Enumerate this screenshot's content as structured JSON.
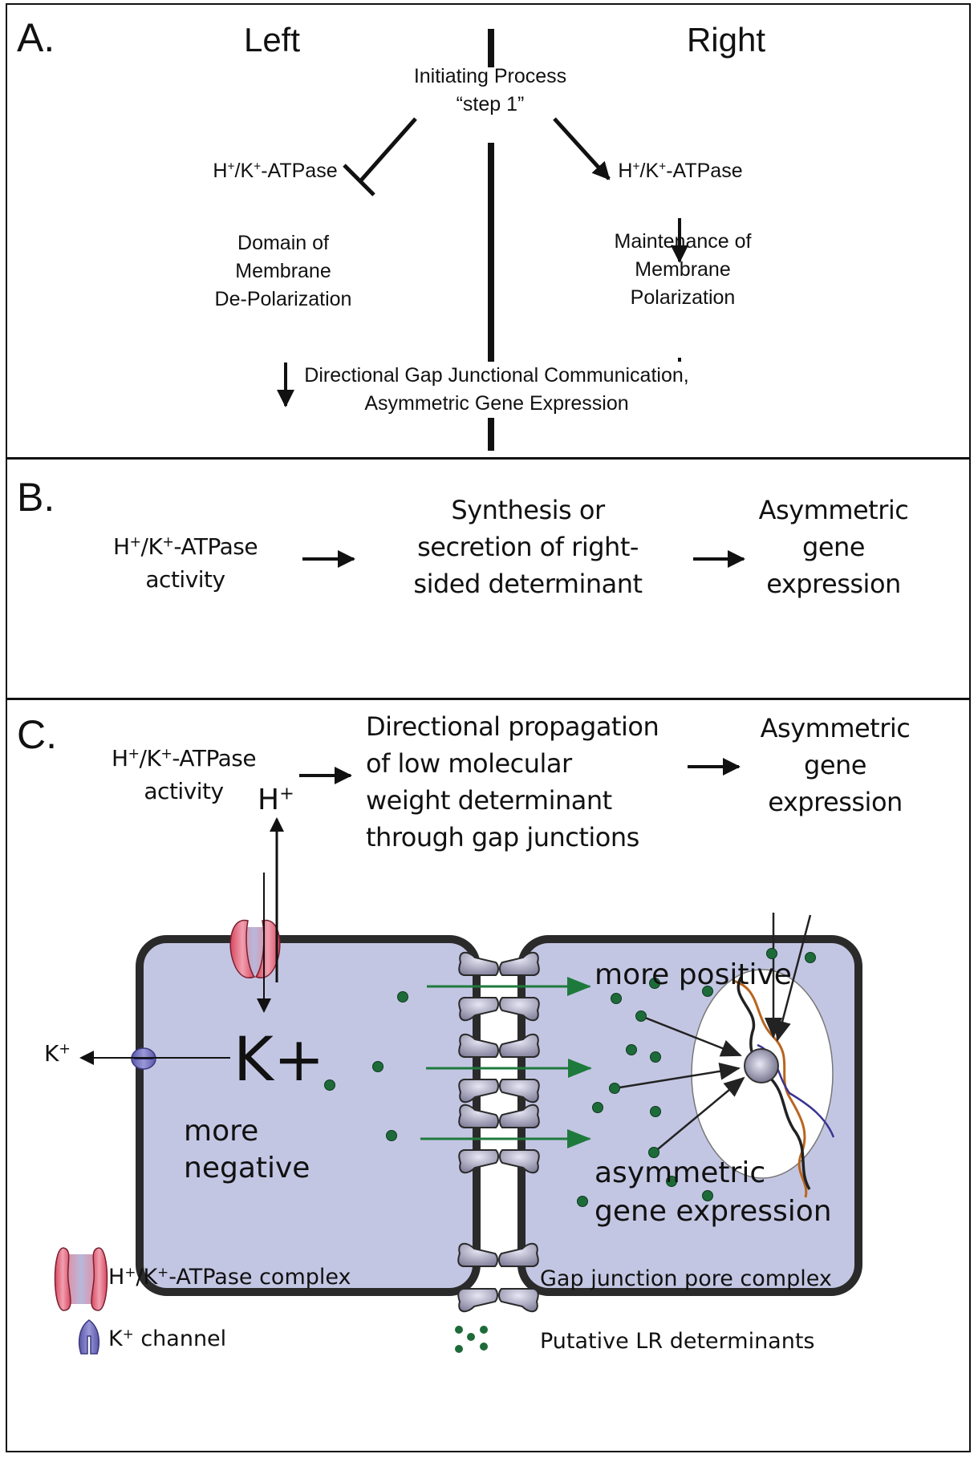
{
  "figure": {
    "panel_a": {
      "letter": "A.",
      "left_heading": "Left",
      "right_heading": "Right",
      "initiating_line1": "Initiating Process",
      "initiating_line2": "“step 1”",
      "left_enzyme": {
        "h": "H",
        "plus1": "+",
        "slash_k": "/K",
        "plus2": "+",
        "suffix": "-ATPase"
      },
      "right_enzyme": {
        "h": "H",
        "plus1": "+",
        "slash_k": "/K",
        "plus2": "+",
        "suffix": "-ATPase"
      },
      "left_effect": [
        "Domain of",
        "Membrane",
        "De-Polarization"
      ],
      "right_effect": [
        "Maintenance of",
        "Membrane",
        "Polarization"
      ],
      "outcome": [
        "Directional Gap Junctional Communication,",
        "Asymmetric Gene Expression"
      ],
      "left_relation": "inhibits",
      "right_relation": "activates"
    },
    "panel_b": {
      "letter": "B.",
      "step1": {
        "h": "H",
        "plus1": "+",
        "slash_k": "/K",
        "plus2": "+",
        "suffix": "-ATPase",
        "line2": "activity"
      },
      "step2": [
        "Synthesis or",
        "secretion of right-",
        "sided determinant"
      ],
      "step3": [
        "Asymmetric",
        "gene",
        "expression"
      ]
    },
    "panel_c": {
      "letter": "C.",
      "step1": {
        "h": "H",
        "plus1": "+",
        "slash_k": "/K",
        "plus2": "+",
        "suffix": "-ATPase",
        "line2": "activity"
      },
      "step2": [
        "Directional propagation",
        "of low molecular",
        "weight determinant",
        "through gap junctions"
      ],
      "step3": [
        "Asymmetric",
        "gene",
        "expression"
      ],
      "cell_diagram": {
        "h_ion": {
          "base": "H",
          "sup": "+"
        },
        "k_ion_out": {
          "base": "K",
          "sup": "+"
        },
        "k_ion_in": "K+",
        "left_cell_label": [
          "more",
          "negative"
        ],
        "right_cell_top_label": "more positive",
        "right_cell_bottom_label": [
          "asymmetric",
          "gene expression"
        ],
        "cell_fill": "#c3c6e3",
        "membrane_color": "#2a2a2a",
        "determinant_color": "#1e6b3a",
        "atpase_color": "#d9475f",
        "k_channel_color": "#6a66b8",
        "gap_junction_color": "#8c8aa6"
      },
      "legend": [
        {
          "icon": "atpase-complex-icon",
          "h": "H",
          "plus1": "+",
          "slash_k": "/K",
          "plus2": "+",
          "suffix": "-ATPase complex"
        },
        {
          "icon": "k-channel-icon",
          "k": "K",
          "plus": "+",
          "suffix": " channel"
        },
        {
          "icon": "gap-junction-icon",
          "label": "Gap junction pore complex"
        },
        {
          "icon": "determinant-dots-icon",
          "label": "Putative LR determinants"
        }
      ]
    }
  }
}
